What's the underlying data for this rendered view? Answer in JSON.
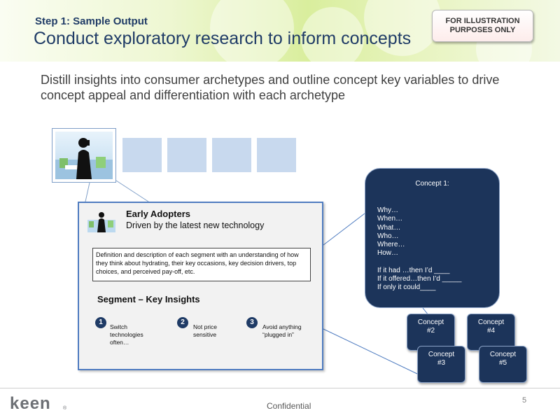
{
  "header": {
    "step": "Step 1: Sample Output",
    "title": "Conduct exploratory research to inform concepts",
    "badge": "FOR ILLUSTRATION PURPOSES ONLY"
  },
  "subtitle": "Distill insights into consumer archetypes and outline concept key variables to drive concept appeal and differentiation  with each archetype",
  "segment": {
    "name": "Early Adopters",
    "tagline": "Driven by the latest new technology",
    "definition": "Definition and description of each segment with an understanding of how they think about hydrating, their key occasions, key decision drivers, top choices, and perceived pay-off, etc.",
    "insights_heading": "Segment – Key Insights",
    "insights": [
      {
        "num": "1",
        "text": "Switch technologies often…"
      },
      {
        "num": "2",
        "text": "Not price sensitive"
      },
      {
        "num": "3",
        "text": "Avoid anything “plugged in”"
      }
    ]
  },
  "concept1": {
    "title": "Concept 1:",
    "lines": [
      "Why…",
      "When…",
      "What…",
      "Who…",
      "Where…",
      "How…",
      "",
      "If it had …then I’d ____",
      "If it offered…then  I’d _____",
      "If only it could____"
    ]
  },
  "concepts": [
    {
      "line1": "Concept",
      "line2": "#2"
    },
    {
      "line1": "Concept",
      "line2": "#4"
    },
    {
      "line1": "Concept",
      "line2": "#3"
    },
    {
      "line1": "Concept",
      "line2": "#5"
    }
  ],
  "footer": {
    "logo": "keen",
    "reg": "®",
    "confidential": "Confidential",
    "page": "5"
  },
  "colors": {
    "navy": "#1c345a",
    "title_blue": "#1f3b66",
    "panel_border": "#4f7cc0"
  }
}
